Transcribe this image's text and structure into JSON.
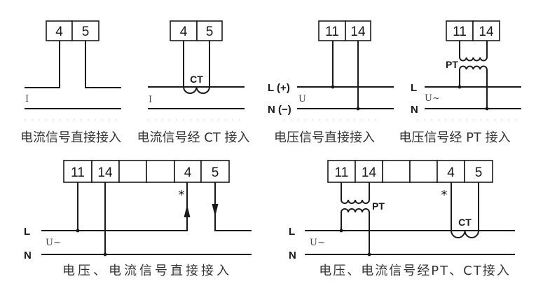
{
  "diagrams": [
    {
      "id": "current-direct",
      "terminals": [
        "4",
        "5"
      ],
      "signal_label": "I",
      "caption": "电流信号直接接入"
    },
    {
      "id": "current-ct",
      "terminals": [
        "4",
        "5"
      ],
      "transformer_label": "CT",
      "signal_label": "I",
      "caption": "电流信号经 CT 接入"
    },
    {
      "id": "voltage-direct",
      "terminals": [
        "11",
        "14"
      ],
      "line_label": "L (+)",
      "neutral_label": "N (−)",
      "signal_label": "U",
      "caption": "电压信号直接接入"
    },
    {
      "id": "voltage-pt",
      "terminals": [
        "11",
        "14"
      ],
      "transformer_label": "PT",
      "line_label": "L",
      "neutral_label": "N",
      "signal_label": "U~",
      "caption": "电压信号经 PT 接入"
    },
    {
      "id": "voltage-current-direct",
      "terminals": [
        "11",
        "14",
        "",
        "",
        "4",
        "5"
      ],
      "polarity_mark": "*",
      "line_label": "L",
      "neutral_label": "N",
      "signal_label": "U~",
      "caption": "电压、电流信号直接接入"
    },
    {
      "id": "voltage-current-pt-ct",
      "terminals": [
        "11",
        "14",
        "",
        "",
        "4",
        "5"
      ],
      "polarity_mark": "*",
      "pt_label": "PT",
      "ct_label": "CT",
      "line_label": "L",
      "neutral_label": "N",
      "signal_label": "U~",
      "caption": "电压、电流信号经PT、CT接入"
    }
  ]
}
